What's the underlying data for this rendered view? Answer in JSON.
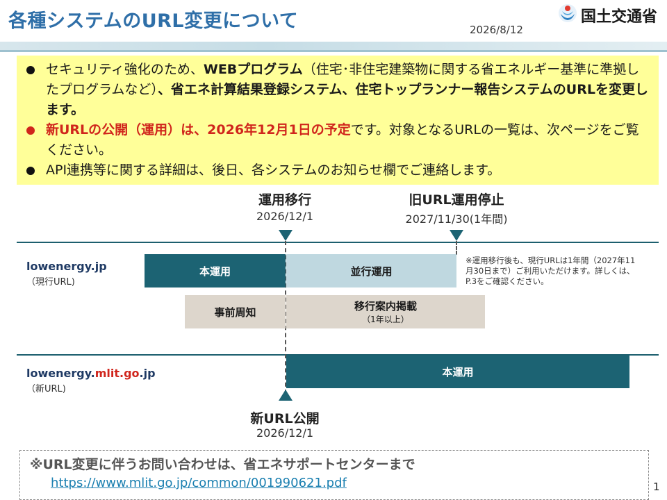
{
  "header": {
    "title": "各種システムのURL変更について",
    "date": "2026/8/12",
    "logo_text": "国土交通省"
  },
  "summary": {
    "b1_a": "セキュリティ強化のため、",
    "b1_b": "WEBプログラム",
    "b1_c": "（住宅･非住宅建築物に関する省エネルギー基準に準拠したプログラムなど）",
    "b1_d": "、省エネ計算結果登録システム、住宅トップランナー報告システムのURLを変更します。",
    "b2_a": "新URLの公開（運用）は、2026年12月1日の予定",
    "b2_b": "です。対象となるURLの一覧は、次ページをご覧ください。",
    "b3": "API連携等に関する詳細は、後日、各システムのお知らせ欄でご連絡します。"
  },
  "timeline": {
    "m1_title": "運用移行",
    "m1_date": "2026/12/1",
    "m2_title": "旧URL運用停止",
    "m2_date": "2027/11/30(1年間)",
    "m3_title": "新URL公開",
    "m3_date": "2026/12/1",
    "old_domain": "lowenergy.jp",
    "old_sub": "（現行URL)",
    "new_domain_a": "lowenergy.",
    "new_domain_b": "mlit.go",
    "new_domain_c": ".jp",
    "new_sub": "（新URL)",
    "bar_main_old": "本運用",
    "bar_parallel": "並行運用",
    "bar_pre_notice": "事前周知",
    "bar_migration": "移行案内掲載",
    "bar_migration_sub": "（1年以上）",
    "bar_main_new": "本運用",
    "note": "※運用移行後も、現行URLは1年間（2027年11月30日まで）ご利用いただけます。詳しくは、P.3をご確認ください。"
  },
  "contact": {
    "title": "※URL変更に伴うお問い合わせは、省エネサポートセンターまで",
    "link": "https://www.mlit.go.jp/common/001990621.pdf"
  },
  "page_number": "1",
  "colors": {
    "title_blue": "#2f6fa8",
    "teal": "#1c6373",
    "highlight_yellow": "#ffff99",
    "red": "#d0251c"
  }
}
